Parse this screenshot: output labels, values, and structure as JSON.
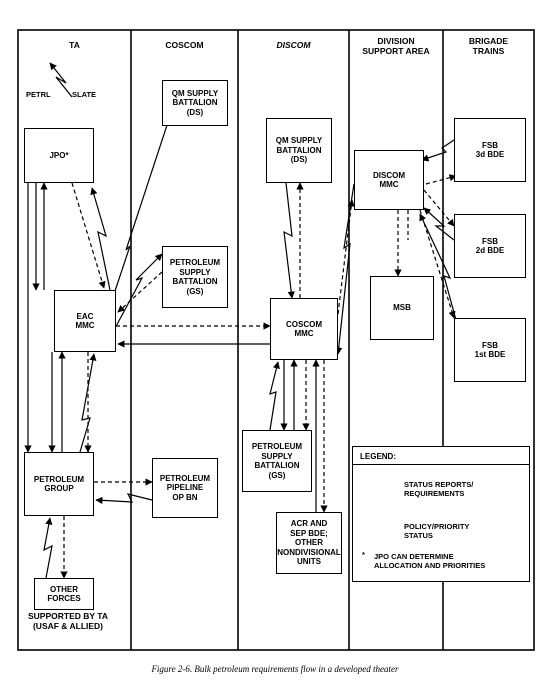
{
  "columns": [
    {
      "id": "ta",
      "label": "TA",
      "italic": false
    },
    {
      "id": "coscom",
      "label": "COSCOM",
      "italic": false
    },
    {
      "id": "discom",
      "label": "DISCOM",
      "italic": true
    },
    {
      "id": "dsa",
      "label": "DIVISION\nSUPPORT AREA",
      "italic": false
    },
    {
      "id": "bt",
      "label": "BRIGADE\nTRAINS",
      "italic": false
    }
  ],
  "petrl_slate": {
    "left": "PETRL",
    "right": "SLATE"
  },
  "boxes": {
    "jpo": "JPO*",
    "eac_mmc": "EAC\nMMC",
    "petroleum_group": "PETROLEUM\nGROUP",
    "other_forces": "OTHER\nFORCES",
    "qm_supply_bn_coscom": "QM SUPPLY\nBATTALION\n(DS)",
    "petroleum_supply_bn_coscom": "PETROLEUM\nSUPPLY\nBATTALION\n(GS)",
    "petroleum_pipeline": "PETROLEUM\nPIPELINE\nOP BN",
    "qm_supply_bn_discom": "QM SUPPLY\nBATTALION\n(DS)",
    "coscom_mmc": "COSCOM\nMMC",
    "petroleum_supply_bn_discom": "PETROLEUM\nSUPPLY\nBATTALION\n(GS)",
    "acr_sep_bde": "ACR AND\nSEP BDE;\nOTHER\nNONDIVISIONAL\nUNITS",
    "discom_mmc": "DISCOM\nMMC",
    "msb": "MSB",
    "fsb_3d": "FSB\n3d BDE",
    "fsb_2d": "FSB\n2d BDE",
    "fsb_1st": "FSB\n1st BDE"
  },
  "footnote": "SUPPORTED BY TA\n(USAF & ALLIED)",
  "legend": {
    "title": "LEGEND:",
    "status": "STATUS REPORTS/\nREQUIREMENTS",
    "policy": "POLICY/PRIORITY\nSTATUS",
    "jpo_note": "JPO CAN DETERMINE\nALLOCATION AND PRIORITIES"
  },
  "caption": "Figure 2-6. Bulk petroleum requirements flow in a developed theater"
}
